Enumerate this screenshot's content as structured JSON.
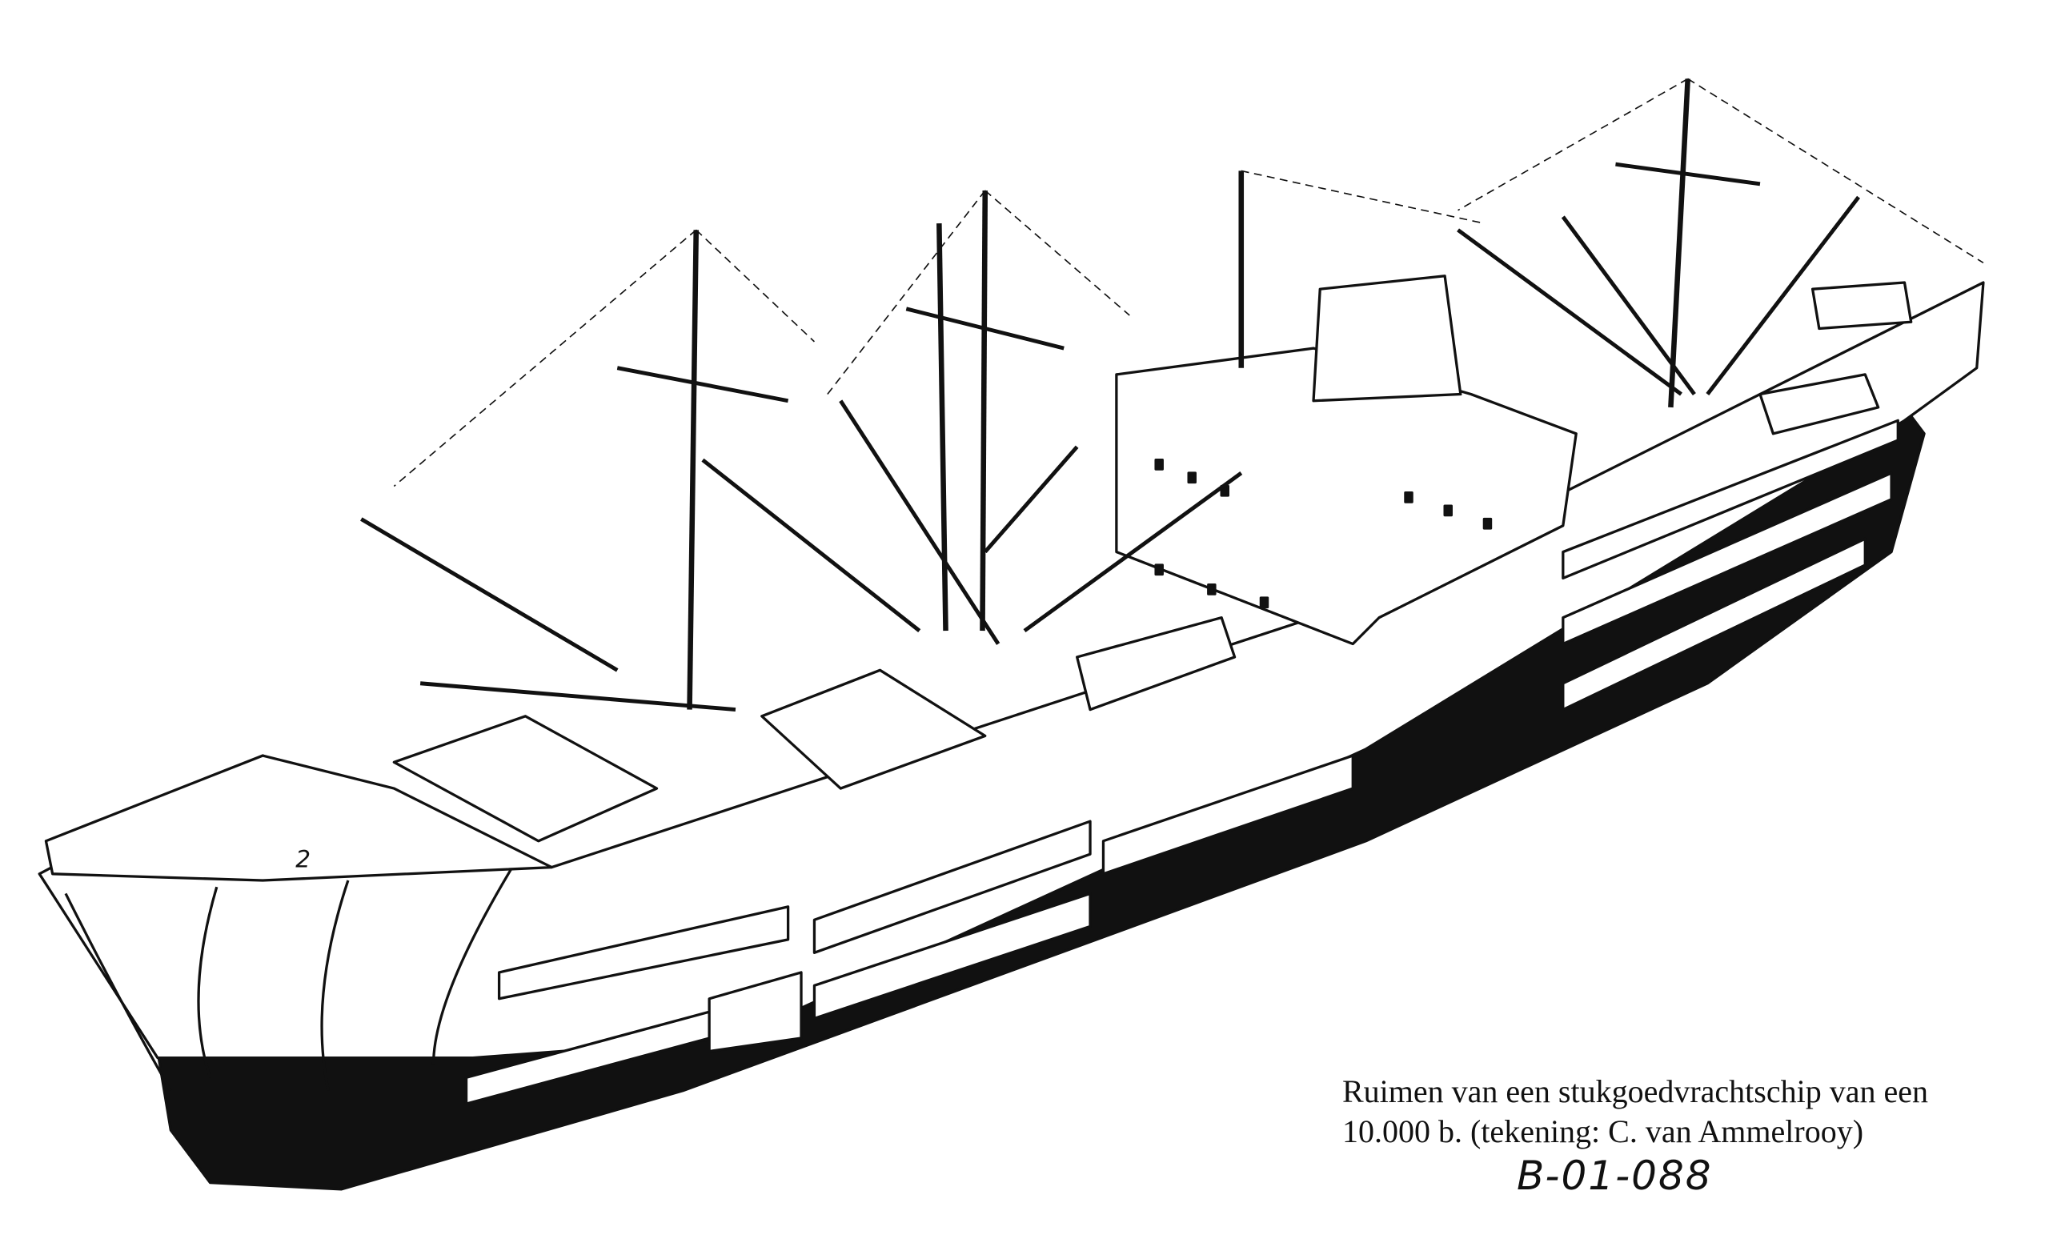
{
  "illustration": {
    "subject": "ship-cutaway",
    "caption_line1": "Ruimen van een stukgoedvrachtschip van een",
    "caption_line2": "10.000 b.  (tekening: C. van Ammelrooy)",
    "reference_code": "B-01-088",
    "hull_marking": "2"
  },
  "colors": {
    "ink": "#111111",
    "paper": "#ffffff"
  }
}
